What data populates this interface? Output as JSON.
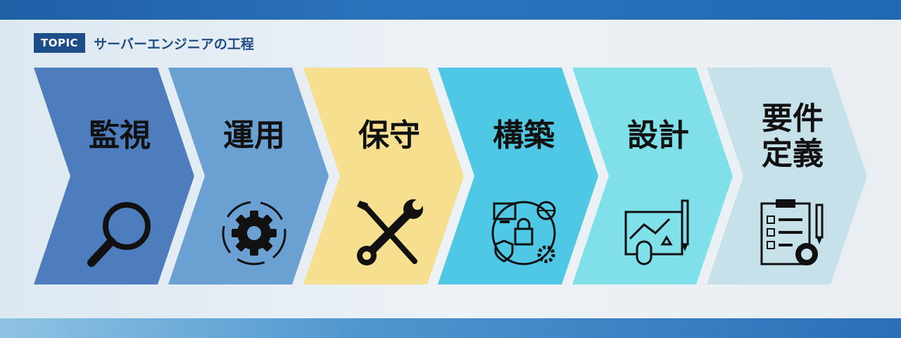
{
  "header": {
    "badge": "TOPIC",
    "title": "サーバーエンジニアの工程"
  },
  "steps": [
    {
      "label": "監視",
      "icon": "magnifier-icon",
      "color": "#4d7dbd"
    },
    {
      "label": "運用",
      "icon": "gear-cycle-icon",
      "color": "#6aa0d2"
    },
    {
      "label": "保守",
      "icon": "wrench-screwdriver-icon",
      "color": "#f6e08f"
    },
    {
      "label": "構築",
      "icon": "network-security-icon",
      "color": "#4ec8e4"
    },
    {
      "label": "設計",
      "icon": "blueprint-icon",
      "color": "#80e0ea"
    },
    {
      "label": "要件\n定義",
      "line1": "要件",
      "line2": "定義",
      "icon": "checklist-gear-icon",
      "color": "#c7e1ea"
    }
  ]
}
